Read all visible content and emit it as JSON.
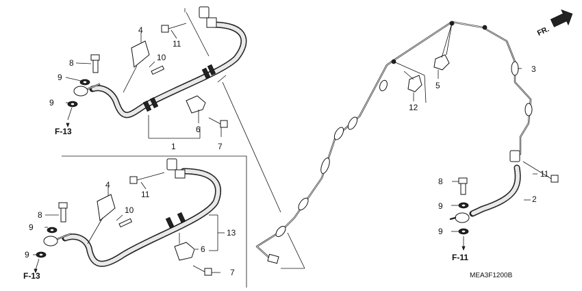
{
  "callouts": {
    "c1": "1",
    "c2": "2",
    "c3": "3",
    "c4a": "4",
    "c4b": "4",
    "c5": "5",
    "c6a": "6",
    "c6b": "6",
    "c7a": "7",
    "c7b": "7",
    "c8a": "8",
    "c8b": "8",
    "c8c": "8",
    "c9a": "9",
    "c9b": "9",
    "c9c": "9",
    "c9d": "9",
    "c9e": "9",
    "c9f": "9",
    "c10a": "10",
    "c10b": "10",
    "c11a": "11",
    "c11b": "11",
    "c11c": "11",
    "c12": "12",
    "c13": "13"
  },
  "refs": {
    "f13_top": "F-13",
    "f13_bottom": "F-13",
    "f11": "F-11"
  },
  "direction_label": "FR.",
  "diagram_code": "MEA3F1200B",
  "icons": {
    "direction": "front-direction-arrow-icon"
  }
}
